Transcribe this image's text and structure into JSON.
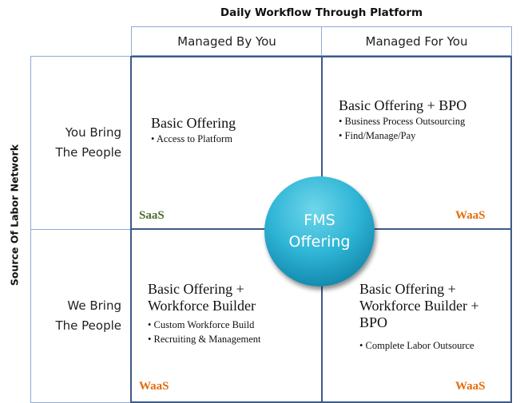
{
  "column_axis_title": "Daily Workflow Through Platform",
  "row_axis_title": "Source Of Labor Network",
  "columns": [
    "Managed By You",
    "Managed For You"
  ],
  "rows": [
    {
      "line1": "You Bring",
      "line2": "The People"
    },
    {
      "line1": "We Bring",
      "line2": "The People"
    }
  ],
  "quadrants": {
    "top_left": {
      "title_lines": [
        "Basic Offering"
      ],
      "bullets": [
        "Access to Platform"
      ],
      "tag": "SaaS",
      "tag_color": "#4e6b2a"
    },
    "top_right": {
      "title_lines": [
        "Basic Offering + BPO"
      ],
      "bullets": [
        "Business Process Outsourcing",
        "Find/Manage/Pay"
      ],
      "tag": "WaaS",
      "tag_color": "#e36c0a"
    },
    "bottom_left": {
      "title_lines": [
        "Basic Offering +",
        "Workforce Builder"
      ],
      "bullets": [
        "Custom Workforce Build",
        "Recruiting & Management"
      ],
      "tag": "WaaS",
      "tag_color": "#e36c0a"
    },
    "bottom_right": {
      "title_lines": [
        "Basic Offering +",
        "Workforce Builder +",
        "BPO"
      ],
      "bullets": [
        "Complete Labor Outsource"
      ],
      "tag": "WaaS",
      "tag_color": "#e36c0a"
    }
  },
  "center": {
    "line1": "FMS",
    "line2": "Offering"
  },
  "colors": {
    "quadrant_border": "#3c5a87",
    "header_border": "#8eaad3",
    "center_fill": "#2fb5d6"
  }
}
